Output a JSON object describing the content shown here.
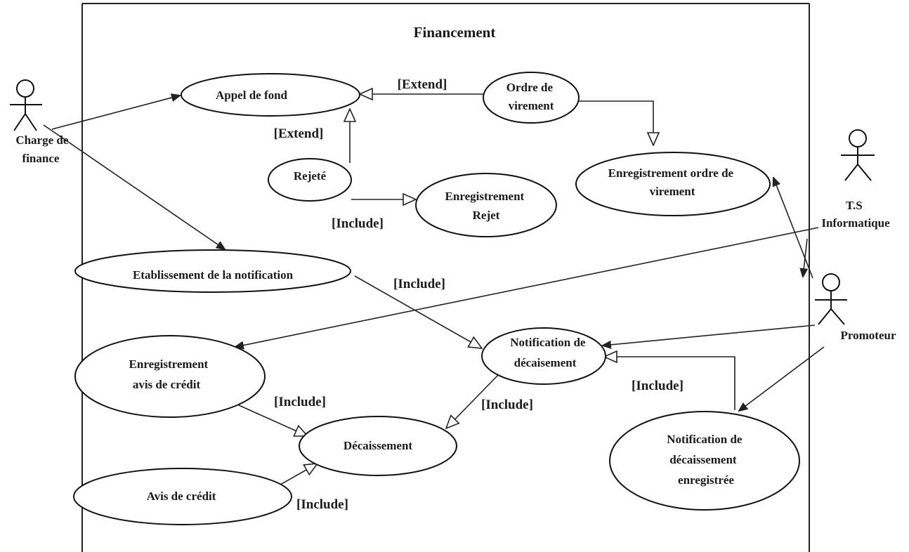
{
  "title": "Financement",
  "actors": {
    "charge": [
      "Charge de",
      "finance"
    ],
    "ts": [
      "T.S",
      "Informatique"
    ],
    "promoteur": [
      "Promoteur"
    ]
  },
  "use_cases": {
    "appel": [
      "Appel de fond"
    ],
    "ordre": [
      "Ordre de",
      "virement"
    ],
    "rejete": [
      "Rejeté"
    ],
    "enreg_rejet": [
      "Enregistrement",
      "Rejet"
    ],
    "enreg_ordre": [
      "Enregistrement ordre de",
      "virement"
    ],
    "etablissement": [
      "Etablissement de la notification"
    ],
    "notif_decaissement": [
      "Notification de",
      "décaisement"
    ],
    "enreg_avis": [
      "Enregistrement",
      "avis de crédit"
    ],
    "decaissement": [
      "Décaissement"
    ],
    "avis": [
      "Avis de crédit"
    ],
    "notif_enreg": [
      "Notification de",
      "décaissement",
      "enregistrée"
    ]
  },
  "relations": {
    "extend_ordre_appel": "[Extend]",
    "extend_rejete_appel": "[Extend]",
    "include_rejete_enreg": "[Include]",
    "include_etab_notif": "[Include]",
    "include_enreg_avis_decaiss": "[Include]",
    "include_notif_decaiss": "[Include]",
    "include_notif_enreg": "[Include]",
    "include_avis_decaiss": "[Include]"
  }
}
